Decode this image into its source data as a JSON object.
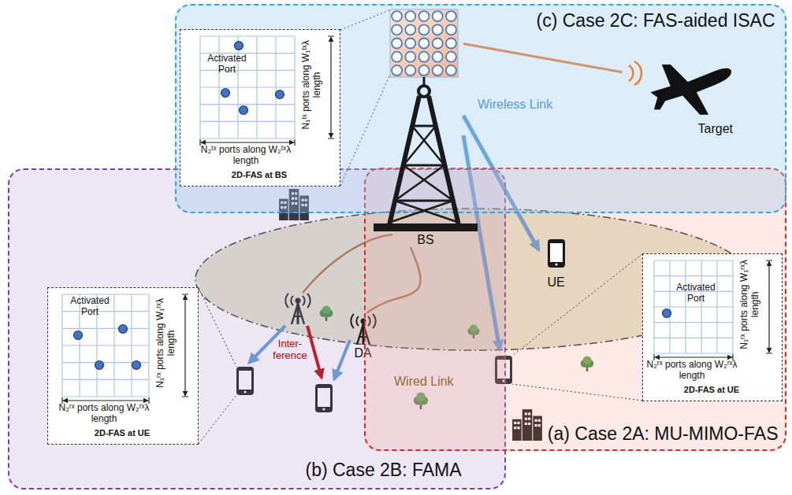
{
  "diagram": {
    "nodes": [
      {
        "text": [
          "(c) Case 2C: FAS-aided ISAC"
        ]
      },
      {
        "text": [
          "(b) Case 2B: FAMA"
        ]
      },
      {
        "text": [
          "(a) Case 2A: MU-MIMO-FAS"
        ]
      },
      {
        "text": [
          "Activated Port",
          "N₁ᵗˣ ports along W₁ᵗˣλ length",
          "N₂ᵗˣ ports along W₂ᵗˣλ length",
          "2D-FAS at BS"
        ],
        "in": 0
      },
      {
        "text": [
          "Target"
        ],
        "in": 0
      },
      {
        "text": [
          "BS"
        ]
      },
      {
        "text": [
          "UE"
        ],
        "in": 2
      },
      {
        "text": [
          "DA"
        ],
        "in": 1
      },
      {
        "text": [
          "Activated Port",
          "N₁ʳˣ ports along W₁ʳˣλ length",
          "N₂ʳˣ ports along W₂ʳˣλ length",
          "2D-FAS at UE"
        ],
        "in": 1
      },
      {
        "text": [
          "Activated Port",
          "N₁ʳˣ ports along W₁ʳˣλ length",
          "N₂ʳˣ ports along W₂ʳˣλ length",
          "2D-FAS at UE"
        ],
        "in": 2
      }
    ],
    "edges": [
      {
        "from": 5,
        "to": 6,
        "arrow": "to"
      },
      {
        "from": 5,
        "to": 4,
        "arrow": "none"
      },
      {
        "from": 5,
        "to": 7,
        "arrow": "none"
      }
    ],
    "labels": [
      "Wireless Link",
      "Inter- ference",
      "Wired Link"
    ]
  }
}
